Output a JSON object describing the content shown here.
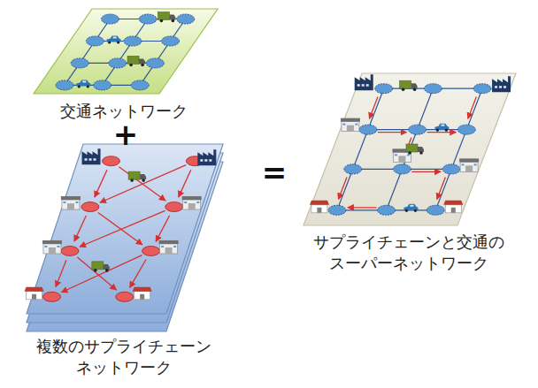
{
  "diagram": {
    "nodes": [
      {
        "text": [
          "交通ネットワーク"
        ]
      },
      {
        "text": [
          "複数のサプライチェーン ネットワーク"
        ]
      },
      {
        "text": [
          "サプライチェーンと交通の スーパーネットワーク"
        ]
      }
    ],
    "labels": [
      "+",
      "="
    ]
  }
}
